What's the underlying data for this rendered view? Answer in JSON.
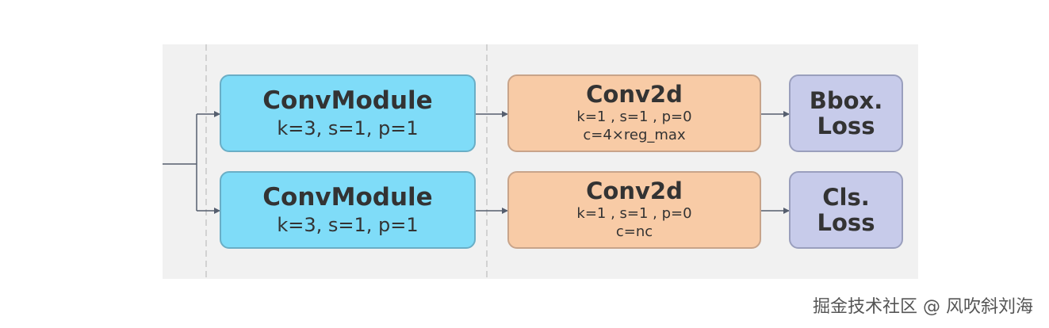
{
  "rows": [
    {
      "conv_module": {
        "title": "ConvModule",
        "params": "k=3, s=1, p=1"
      },
      "conv2d": {
        "title": "Conv2d",
        "params": "k=1 , s=1 , p=0",
        "channels": "c=4×reg_max"
      },
      "loss": {
        "line1": "Bbox.",
        "line2": "Loss"
      }
    },
    {
      "conv_module": {
        "title": "ConvModule",
        "params": "k=3, s=1, p=1"
      },
      "conv2d": {
        "title": "Conv2d",
        "params": "k=1 , s=1 , p=0",
        "channels": "c=nc"
      },
      "loss": {
        "line1": "Cls.",
        "line2": "Loss"
      }
    }
  ],
  "watermark": "掘金技术社区 @ 风吹斜刘海",
  "colors": {
    "panel": "#f1f1f1",
    "conv_module": "#7fdcf8",
    "conv2d": "#f8cba6",
    "loss": "#c7cbea",
    "connector": "#555e6e"
  }
}
